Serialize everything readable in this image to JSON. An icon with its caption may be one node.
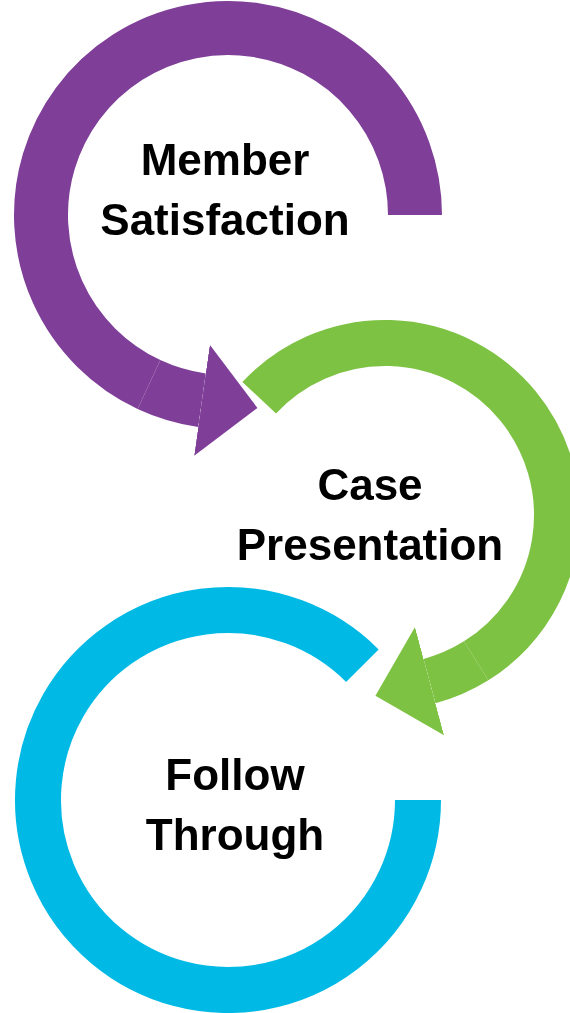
{
  "diagram": {
    "nodes": [
      {
        "text": [
          "Member Satisfaction"
        ]
      },
      {
        "text": [
          "Case Presentation"
        ]
      },
      {
        "text": [
          "Follow Through"
        ]
      }
    ],
    "edges": [
      {
        "from": 0,
        "to": 1,
        "arrow": "to",
        "color": "#7f3f98"
      },
      {
        "from": 1,
        "to": 2,
        "arrow": "to",
        "color": "#7dc242"
      }
    ]
  }
}
